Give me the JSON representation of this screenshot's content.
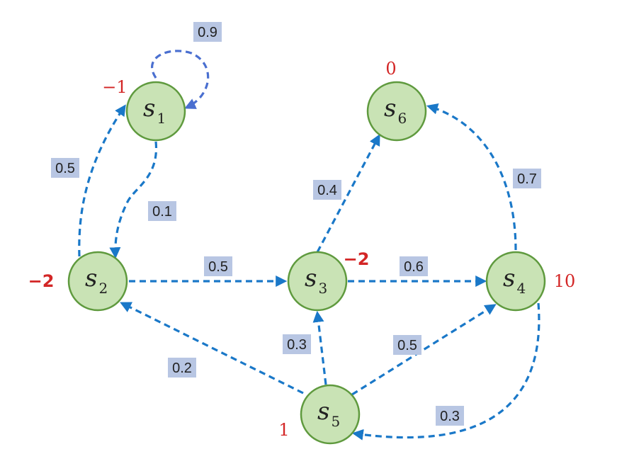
{
  "colors": {
    "edge": "#1a78c8",
    "edge_loop": "#4a6fd0",
    "node_fill": "#c9e3b5",
    "node_stroke": "#5f9a3e",
    "reward": "#d32626",
    "prob_box": "#b8c6e3"
  },
  "nodes": [
    {
      "id": "s1",
      "base": "s",
      "sub": "1",
      "reward": "−1"
    },
    {
      "id": "s2",
      "base": "s",
      "sub": "2",
      "reward": "−2"
    },
    {
      "id": "s3",
      "base": "s",
      "sub": "3",
      "reward": "−2"
    },
    {
      "id": "s4",
      "base": "s",
      "sub": "4",
      "reward": "10"
    },
    {
      "id": "s5",
      "base": "s",
      "sub": "5",
      "reward": "1"
    },
    {
      "id": "s6",
      "base": "s",
      "sub": "6",
      "reward": "0"
    }
  ],
  "edges": [
    {
      "from": "s1",
      "to": "s1",
      "prob": "0.9"
    },
    {
      "from": "s1",
      "to": "s2",
      "prob": "0.1"
    },
    {
      "from": "s2",
      "to": "s1",
      "prob": "0.5"
    },
    {
      "from": "s2",
      "to": "s3",
      "prob": "0.5"
    },
    {
      "from": "s3",
      "to": "s6",
      "prob": "0.4"
    },
    {
      "from": "s3",
      "to": "s4",
      "prob": "0.6"
    },
    {
      "from": "s4",
      "to": "s6",
      "prob": "0.7"
    },
    {
      "from": "s4",
      "to": "s5",
      "prob": "0.3"
    },
    {
      "from": "s5",
      "to": "s2",
      "prob": "0.2"
    },
    {
      "from": "s5",
      "to": "s3",
      "prob": "0.3"
    },
    {
      "from": "s5",
      "to": "s4",
      "prob": "0.5"
    }
  ]
}
